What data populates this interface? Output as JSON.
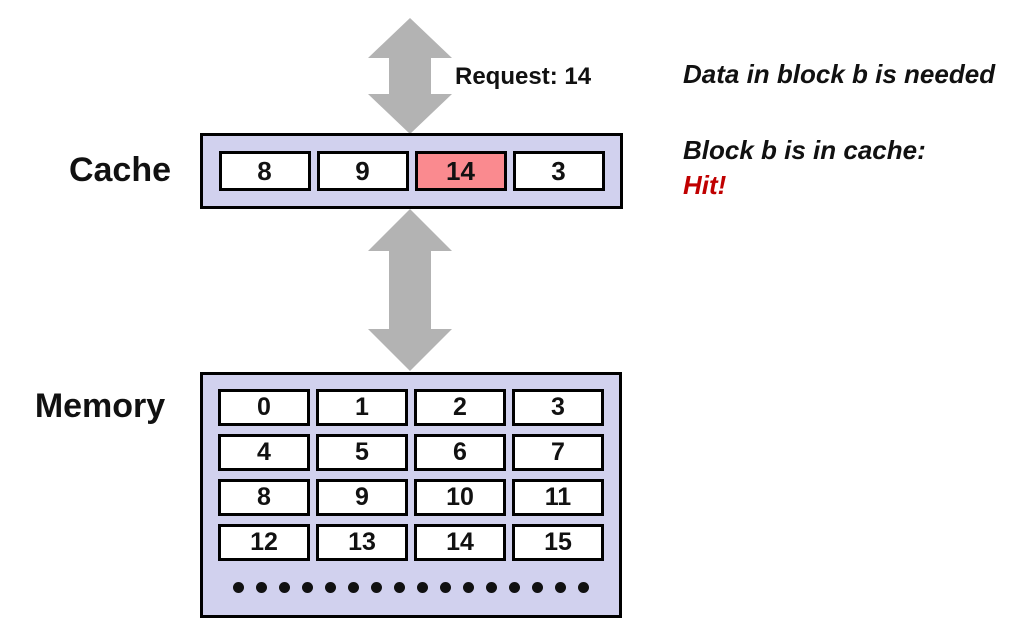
{
  "request": {
    "label": "Request: 14"
  },
  "cache": {
    "label": "Cache",
    "cells": [
      "8",
      "9",
      "14",
      "3"
    ],
    "highlight_index": 2
  },
  "memory": {
    "label": "Memory",
    "cells": [
      "0",
      "1",
      "2",
      "3",
      "4",
      "5",
      "6",
      "7",
      "8",
      "9",
      "10",
      "11",
      "12",
      "13",
      "14",
      "15"
    ],
    "dots_count": 16
  },
  "annotations": {
    "line1": "Data in block b is needed",
    "line2": "Block b is in cache:",
    "hit": "Hit!"
  },
  "colors": {
    "panel": "#d1d1ee",
    "highlight": "#fa8a8f",
    "arrow": "#b3b3b3",
    "hit": "#c00000"
  }
}
